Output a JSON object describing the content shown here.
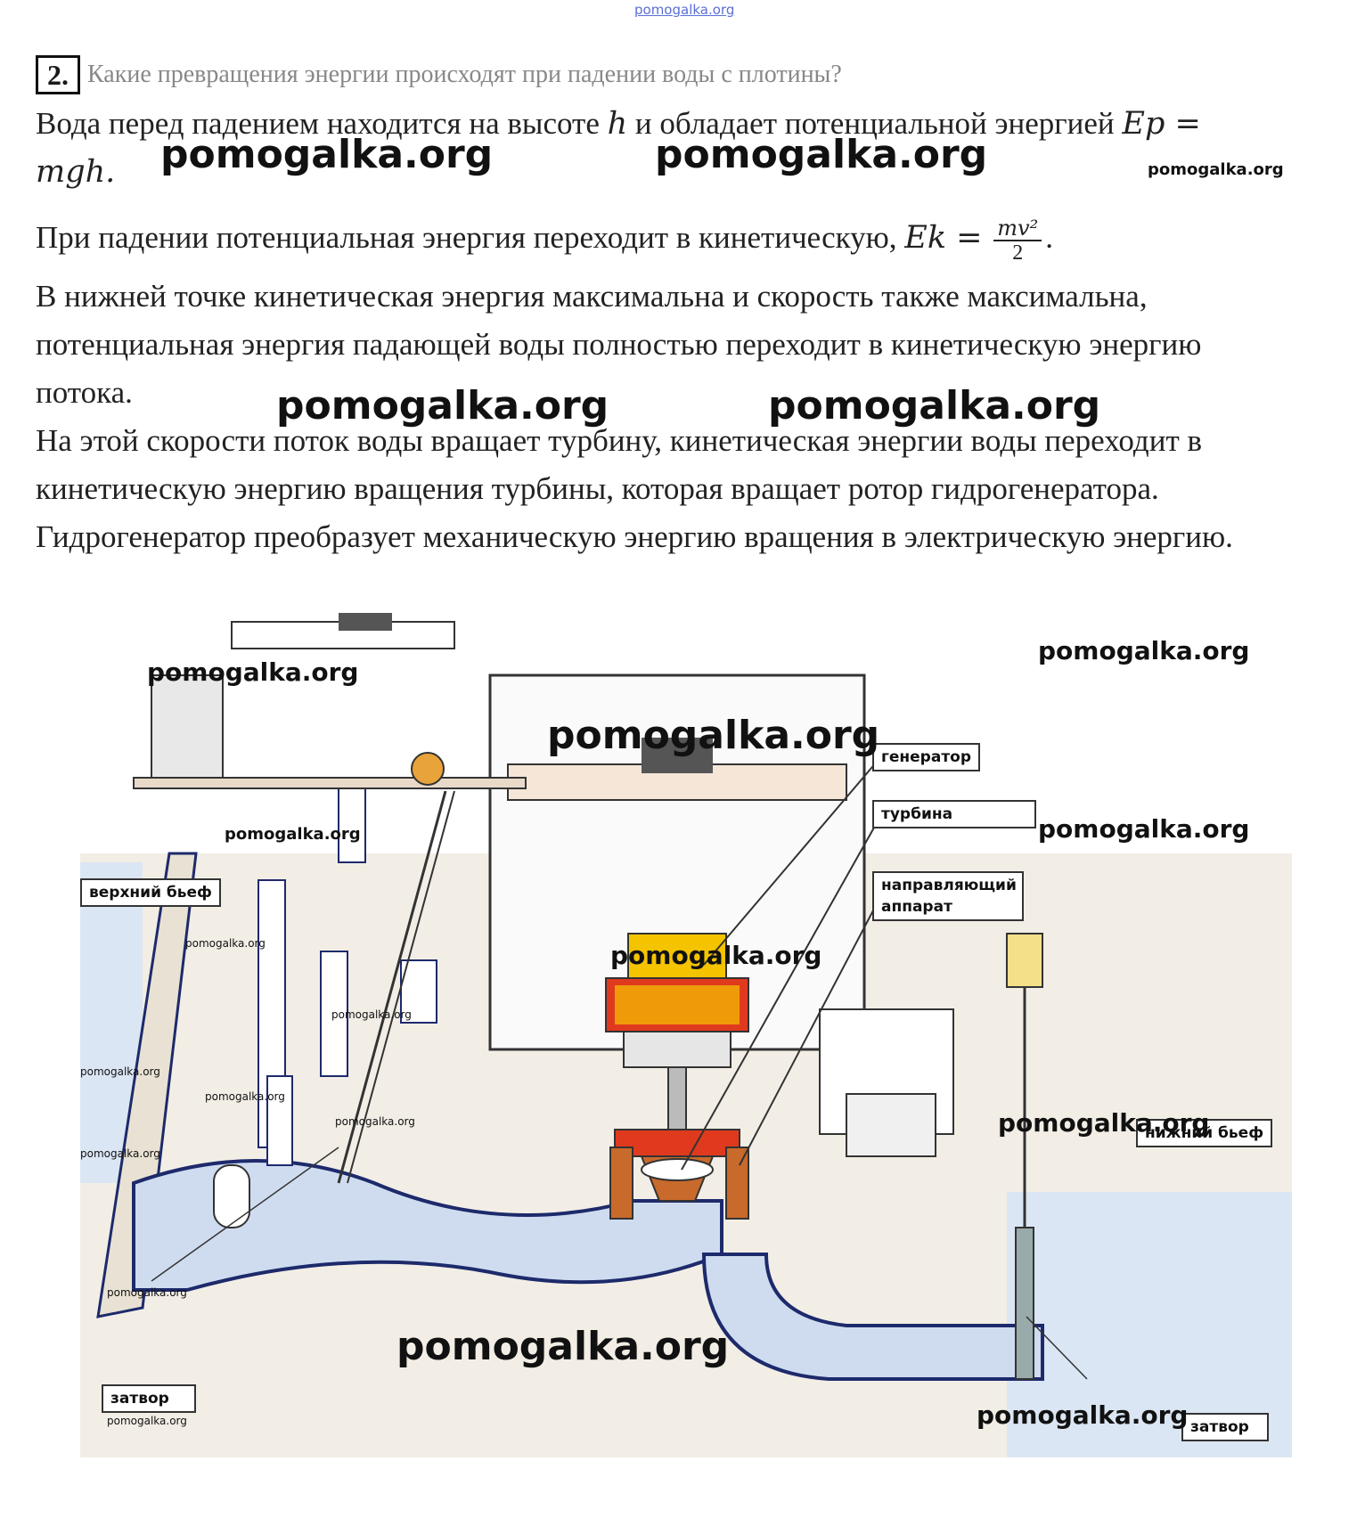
{
  "watermarks": {
    "top": "pomogalka.org",
    "main": "pomogalka.org"
  },
  "question": {
    "number": "2.",
    "text": "Какие превращения энергии происходят при падении воды с плотины?"
  },
  "answer": {
    "p1_a": "Вода перед падением находится на высоте",
    "p1_h": "h",
    "p1_b": "и обладает потенциальной энергией",
    "p1_ep": "Ep =",
    "p1_mgh": "mgh.",
    "p2_a": "При падении потенциальная энергия переходит в кинетическую,",
    "p2_ek": "Ek =",
    "p2_num": "mv²",
    "p2_den": "2",
    "p2_end": ".",
    "p3": "В нижней точке кинетическая энергия максимальна и скорость также максимальна, потенциальная энергия падающей воды полностью переходит в кинетическую энергию потока.",
    "p4": "На этой скорости поток воды  вращает турбину, кинетическая энергии воды переходит в кинетическую энергию вращения турбины, которая вращает ротор гидрогенератора.",
    "p5": "Гидрогенератор преобразует механическую энергию вращения в электрическую энергию."
  },
  "diagram": {
    "labels": {
      "generator": "генератор",
      "turbine": "турбина",
      "guide_apparatus_1": "направляющий",
      "guide_apparatus_2": "аппарат",
      "upper_pool": "верхний бьеф",
      "lower_pool": "нижний бьеф",
      "gate_left": "затвор",
      "gate_right": "затвор"
    },
    "colors": {
      "water": "#dbe6f4",
      "concrete": "#f2eee6",
      "outline": "#1d2a6b",
      "generator_yellow": "#f5c400",
      "generator_red": "#e03a1e",
      "turbine_orange": "#c86a2b"
    }
  }
}
